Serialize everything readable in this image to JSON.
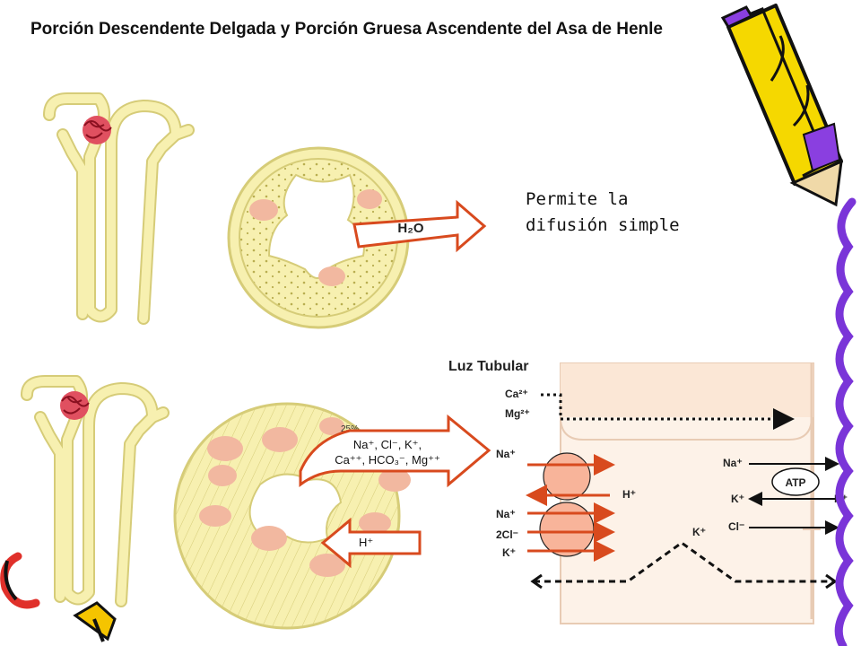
{
  "slide": {
    "title": "Porción Descendente Delgada y Porción Gruesa Ascendente del Asa de Henle",
    "note_line1": "Permite la",
    "note_line2": "difusión simple"
  },
  "top_section": {
    "arrow_label": "H₂O"
  },
  "bottom_section": {
    "percent_label": "25%",
    "reabsorb_line1": "Na⁺, Cl⁻, K⁺,",
    "reabsorb_line2": "Ca⁺⁺, HCO₃⁻, Mg⁺⁺",
    "secrete_label": "H⁺"
  },
  "cell_diagram": {
    "lumen_label": "Luz Tubular",
    "ca": "Ca²⁺",
    "mg": "Mg²⁺",
    "na_top": "Na⁺",
    "h": "H⁺",
    "na_mid": "Na⁺",
    "cl2": "2Cl⁻",
    "k_left": "K⁺",
    "na_right": "Na⁺",
    "atp": "ATP",
    "k_pump_in": "K⁺",
    "k_pump_out": "K⁺",
    "cl_right": "Cl⁻",
    "k_channel": "K⁺"
  },
  "colors": {
    "tubule_fill": "#f7f0b0",
    "tubule_stroke": "#d6cc78",
    "nucleus": "#f2b8a0",
    "glomerulus": "#d03040",
    "transport_arrow": "#d84a1e",
    "cell_fill": "#fdf2e8",
    "cell_border": "#e8cbb4",
    "pencil_yellow": "#f5d800",
    "pencil_purple": "#8a3fe0"
  },
  "decorations": {
    "pencil": "pencil-icon",
    "purple_scribble": "squiggle-border",
    "corner_scribble": "scribble-icon"
  }
}
